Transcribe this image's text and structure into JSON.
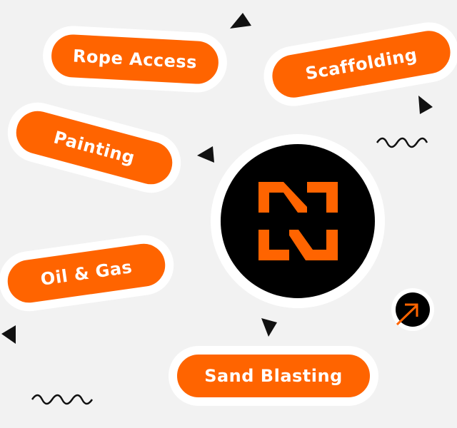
{
  "services": [
    "Rope Access",
    "Scaffolding",
    "Painting",
    "Oil & Gas",
    "Sand Blasting"
  ],
  "colors": {
    "accent": "#ff6400",
    "background": "#f2f2f2",
    "dark": "#000000"
  },
  "icons": {
    "logo": "stylized-n-logo",
    "arrow": "arrow-up-right-icon"
  }
}
